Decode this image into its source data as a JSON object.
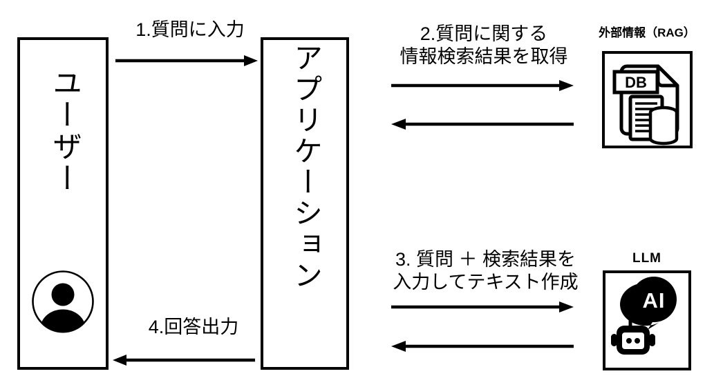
{
  "diagram": {
    "title": "RAG application flow diagram",
    "background_color": "#ffffff",
    "stroke_color": "#000000"
  },
  "nodes": {
    "user": {
      "label": "ユーザー",
      "icon": "person-avatar-icon"
    },
    "application": {
      "label": "アプリケーション"
    },
    "rag": {
      "caption": "外部情報（RAG）",
      "icon": "database-document-icon",
      "icon_text": "DB"
    },
    "llm": {
      "caption": "LLM",
      "icon": "ai-robot-icon",
      "icon_text": "AI"
    }
  },
  "steps": [
    {
      "id": "step1",
      "label": "1.質問に入力",
      "direction": "right",
      "from": "user",
      "to": "application"
    },
    {
      "id": "step2",
      "label": "2.質問に関する\n情報検索結果を取得",
      "direction": "bidirectional",
      "from": "application",
      "to": "rag"
    },
    {
      "id": "step3",
      "label": "3. 質問 ＋ 検索結果を\n入力してテキスト作成",
      "direction": "bidirectional",
      "from": "application",
      "to": "llm"
    },
    {
      "id": "step4",
      "label": "4.回答出力",
      "direction": "left",
      "from": "application",
      "to": "user"
    }
  ]
}
